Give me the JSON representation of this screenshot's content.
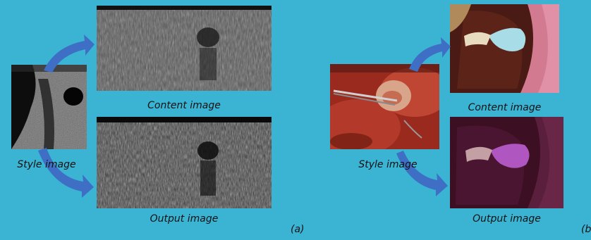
{
  "panel_a": {
    "label": "(a)",
    "style_caption": "Style image",
    "content_caption": "Content image",
    "output_caption": "Output image"
  },
  "panel_b": {
    "label": "(b",
    "style_caption": "Style image",
    "content_caption": "Content image",
    "output_caption": "Output image"
  },
  "colors": {
    "background": "#3bb4d4",
    "arrow": "#3f6fc5"
  }
}
